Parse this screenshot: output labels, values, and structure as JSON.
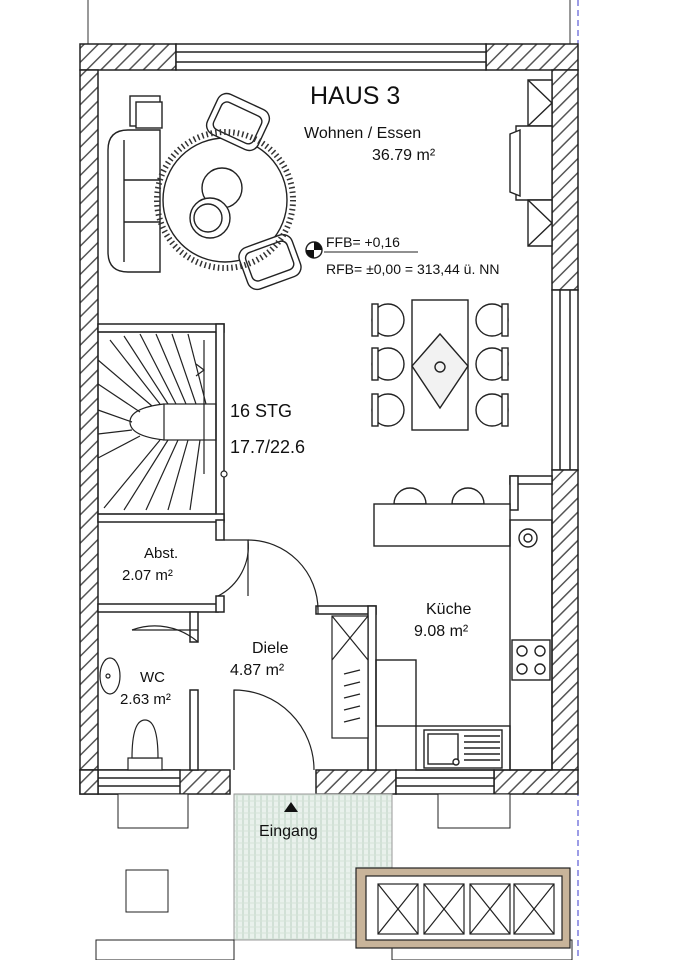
{
  "plan": {
    "title": "HAUS 3",
    "rooms": {
      "living": {
        "name": "Wohnen / Essen",
        "area": "36.79 m²"
      },
      "storage": {
        "name": "Abst.",
        "area": "2.07 m²"
      },
      "hall": {
        "name": "Diele",
        "area": "4.87 m²"
      },
      "kitchen": {
        "name": "Küche",
        "area": "9.08 m²"
      },
      "wc": {
        "name": "WC",
        "area": "2.63 m²"
      }
    },
    "stairs": {
      "steps": "16 STG",
      "ratio": "17.7/22.6"
    },
    "levels": {
      "ffb": "FFB= +0,16",
      "rfb": "RFB= ±0,00 = 313,44 ü. NN"
    },
    "entrance": "Eingang"
  },
  "colors": {
    "wall_fill": "#9a9a9a",
    "line": "#222222",
    "terrace_hatch": "#c9ddd0",
    "balcony_frame": "#c8b49a",
    "blue_dash": "#3a3acc"
  }
}
